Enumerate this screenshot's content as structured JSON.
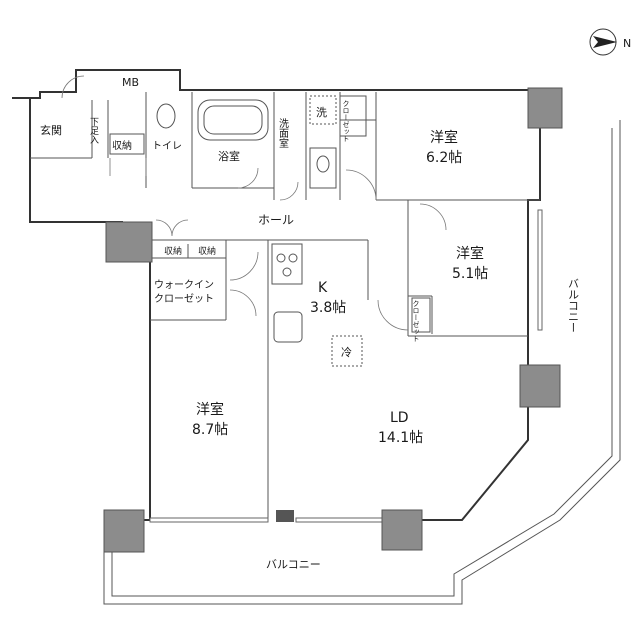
{
  "rooms": {
    "entrance": "玄関",
    "shoe_box": "下足入",
    "storage_entry": "収納",
    "toilet": "トイレ",
    "bath": "浴室",
    "washroom": "洗面室",
    "wash_mark": "洗",
    "closet_1": "クローゼット",
    "western_1_name": "洋室",
    "western_1_size": "6.2帖",
    "hall": "ホール",
    "western_2_name": "洋室",
    "western_2_size": "5.1帖",
    "closet_2": "クローゼット",
    "storage_a": "収納",
    "storage_b": "収納",
    "walkin_1": "ウォークイン",
    "walkin_2": "クローゼット",
    "kitchen_name": "K",
    "kitchen_size": "3.8帖",
    "fridge": "冷",
    "western_3_name": "洋室",
    "western_3_size": "8.7帖",
    "ld_name": "LD",
    "ld_size": "14.1帖",
    "balcony_south": "バルコニー",
    "balcony_east": "バルコニー",
    "mb": "MB"
  },
  "compass": {
    "label": "N"
  }
}
